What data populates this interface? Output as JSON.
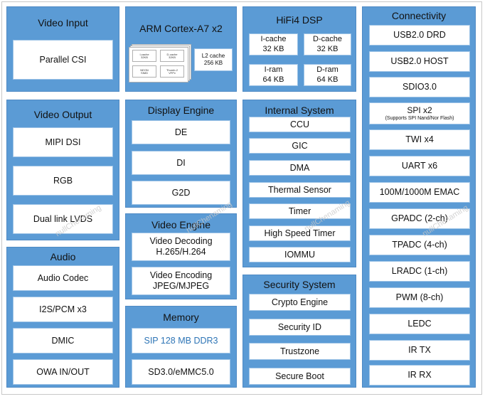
{
  "watermark": "nullChenaming",
  "video_input": {
    "title": "Video Input",
    "items": [
      "Parallel CSI"
    ]
  },
  "video_output": {
    "title": "Video Output",
    "items": [
      "MIPI DSI",
      "RGB",
      "Dual link LVDS"
    ]
  },
  "audio": {
    "title": "Audio",
    "items": [
      "Audio Codec",
      "I2S/PCM x3",
      "DMIC",
      "OWA IN/OUT"
    ]
  },
  "cpu": {
    "title": "ARM Cortex-A7 x2",
    "cores": [
      {
        "line1": "I-cache",
        "line2": "32KB"
      },
      {
        "line1": "D-cache",
        "line2": "32KB"
      },
      {
        "line1": "NEON",
        "line2": "SIMD"
      },
      {
        "line1": "Thumb-2",
        "line2": "VFPv"
      }
    ],
    "l2": {
      "line1": "L2 cache",
      "line2": "256 KB"
    }
  },
  "display_engine": {
    "title": "Display Engine",
    "items": [
      "DE",
      "DI",
      "G2D"
    ]
  },
  "video_engine": {
    "title": "Video Engine",
    "items": [
      {
        "line1": "Video Decoding",
        "line2": "H.265/H.264"
      },
      {
        "line1": "Video Encoding",
        "line2": "JPEG/MJPEG"
      }
    ]
  },
  "memory": {
    "title": "Memory",
    "items": [
      "SIP 128 MB DDR3",
      "SD3.0/eMMC5.0"
    ],
    "highlight_color": "#2e75b6"
  },
  "dsp": {
    "title": "HiFi4 DSP",
    "items": [
      {
        "line1": "I-cache",
        "line2": "32 KB"
      },
      {
        "line1": "D-cache",
        "line2": "32 KB"
      },
      {
        "line1": "I-ram",
        "line2": "64 KB"
      },
      {
        "line1": "D-ram",
        "line2": "64 KB"
      }
    ]
  },
  "internal": {
    "title": "Internal System",
    "items": [
      "CCU",
      "GIC",
      "DMA",
      "Thermal Sensor",
      "Timer",
      "High Speed Timer",
      "IOMMU"
    ]
  },
  "security": {
    "title": "Security System",
    "items": [
      "Crypto Engine",
      "Security ID",
      "Trustzone",
      "Secure Boot"
    ]
  },
  "connectivity": {
    "title": "Connectivity",
    "items": [
      "USB2.0 DRD",
      "USB2.0 HOST",
      "SDIO3.0",
      "TWI x4",
      "UART x6",
      "100M/1000M EMAC",
      "GPADC (2-ch)",
      "TPADC (4-ch)",
      "LRADC (1-ch)",
      "PWM (8-ch)",
      "LEDC",
      "IR TX",
      "IR RX"
    ],
    "spi": {
      "line1": "SPI x2",
      "line2": "(Supports SPI Nand/Nor Flash)"
    }
  },
  "colors": {
    "panel": "#5b9bd5",
    "box": "#ffffff"
  }
}
